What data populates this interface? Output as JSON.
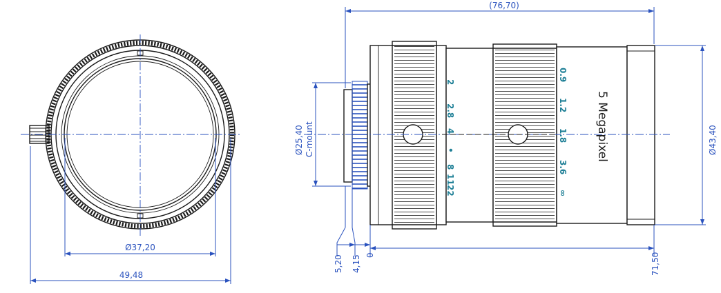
{
  "front_view": {
    "inner_diameter_label": "Ø37,20",
    "outer_diameter_label": "49,48"
  },
  "side_view": {
    "overall_length_label": "(76,70)",
    "body_length_label": "71,50",
    "mount_diameter_label": "Ø25,40",
    "mount_type_label": "C-mount",
    "max_diameter_label": "Ø43,40",
    "flange_offset_label": "5,20",
    "thread_length_label": "4,15",
    "zero_label": "0",
    "brand_text": "5 Megapixel",
    "aperture_scale": [
      "2",
      "2.8",
      "4",
      "•",
      "8",
      "11",
      "22"
    ],
    "focus_scale": [
      "0.9",
      "1.2",
      "1.8",
      "3.6",
      "∞"
    ]
  },
  "colors": {
    "dimension": "#2a52be",
    "outline": "#1a1a1a",
    "scale_print": "#1e7f96"
  }
}
